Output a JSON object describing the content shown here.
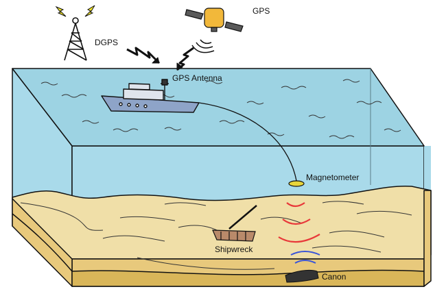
{
  "labels": {
    "gps": "GPS",
    "dgps": "DGPS",
    "gps_antenna": "GPS Antenna",
    "magnetometer": "Magnetometer",
    "shipwreck": "Shipwreck",
    "canon": "Canon"
  },
  "colors": {
    "sea_surface": "#9dd3e3",
    "water_column": "#a9daea",
    "sand_surface": "#f0dfa8",
    "sand_side": "#e8c97c",
    "bottom_layer": "#d9b659",
    "ship_hull": "#8ea4c8",
    "magnetometer": "#e8d53a",
    "satellite_body": "#f2b83a",
    "satellite_panels": "#5a5a5a",
    "signal_bolts": "#f2e52a",
    "magnetic_signal": "#e8383a",
    "sonar_signal": "#3a55d8"
  },
  "icons": [
    "radio-tower-icon",
    "satellite-icon",
    "ship-icon",
    "magnetometer-icon",
    "shipwreck-icon",
    "cannon-icon"
  ]
}
